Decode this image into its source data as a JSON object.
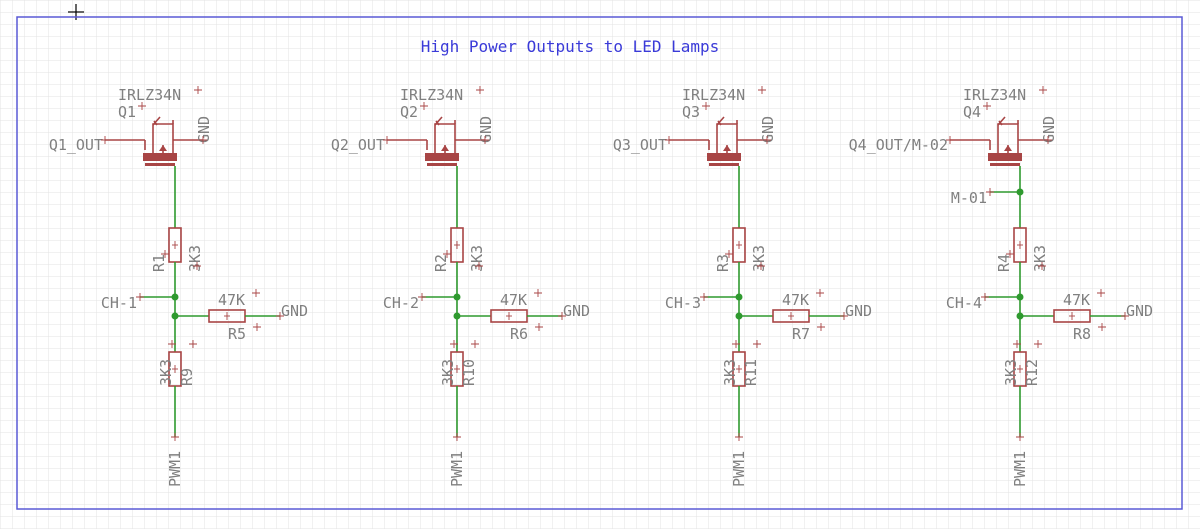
{
  "title": "High Power Outputs to LED Lamps",
  "channels": [
    {
      "mosfet_value": "IRLZ34N",
      "mosfet_name": "Q1",
      "gate_net": "Q1_OUT",
      "drain_net": "GND",
      "extra_net": "",
      "r_top_name": "R1",
      "r_top_value": "3K3",
      "ch_net": "CH-1",
      "r_pd_value": "47K",
      "r_pd_name": "R5",
      "pd_net": "GND",
      "r_bot_value": "3K3",
      "r_bot_name": "R9",
      "pwm_net": "PWM1"
    },
    {
      "mosfet_value": "IRLZ34N",
      "mosfet_name": "Q2",
      "gate_net": "Q2_OUT",
      "drain_net": "GND",
      "extra_net": "",
      "r_top_name": "R2",
      "r_top_value": "3K3",
      "ch_net": "CH-2",
      "r_pd_value": "47K",
      "r_pd_name": "R6",
      "pd_net": "GND",
      "r_bot_value": "3K3",
      "r_bot_name": "R10",
      "pwm_net": "PWM1"
    },
    {
      "mosfet_value": "IRLZ34N",
      "mosfet_name": "Q3",
      "gate_net": "Q3_OUT",
      "drain_net": "GND",
      "extra_net": "",
      "r_top_name": "R3",
      "r_top_value": "3K3",
      "ch_net": "CH-3",
      "r_pd_value": "47K",
      "r_pd_name": "R7",
      "pd_net": "GND",
      "r_bot_value": "3K3",
      "r_bot_name": "R11",
      "pwm_net": "PWM1"
    },
    {
      "mosfet_value": "IRLZ34N",
      "mosfet_name": "Q4",
      "gate_net": "Q4_OUT/M-02",
      "drain_net": "GND",
      "extra_net": "M-01",
      "r_top_name": "R4",
      "r_top_value": "3K3",
      "ch_net": "CH-4",
      "r_pd_value": "47K",
      "r_pd_name": "R8",
      "pd_net": "GND",
      "r_bot_value": "3K3",
      "r_bot_name": "R12",
      "pwm_net": "PWM1"
    }
  ]
}
